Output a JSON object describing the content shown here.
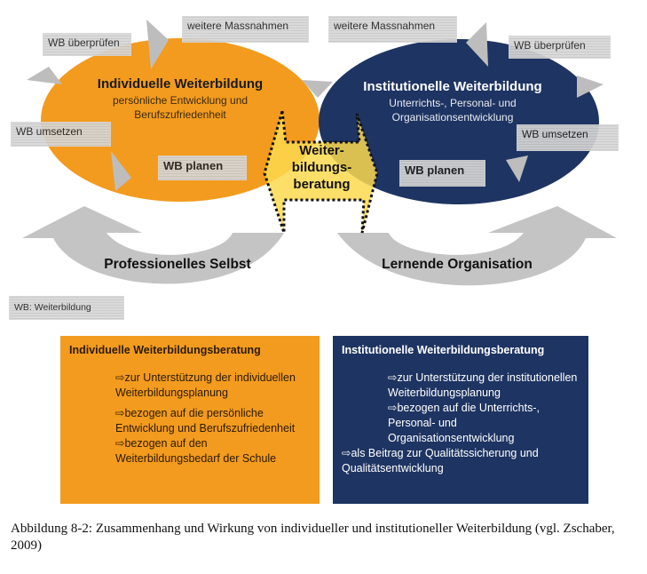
{
  "colors": {
    "orange": "#f39b1e",
    "blue": "#1e3462",
    "gray": "#bdbdbd",
    "yellow": "#fbd94f"
  },
  "left_cycle": {
    "title": "Individuelle Weiterbildung",
    "subtitle": [
      "persönliche Entwicklung und",
      "Berufszufriedenheit"
    ],
    "labels": {
      "more": "weitere Massnahmen",
      "check": "WB überprüfen",
      "implement": "WB umsetzen",
      "plan": "WB planen"
    }
  },
  "right_cycle": {
    "title": "Institutionelle Weiterbildung",
    "subtitle": [
      "Unterrichts-, Personal- und",
      "Organisationsentwicklung"
    ],
    "labels": {
      "more": "weitere Massnahmen",
      "check": "WB überprüfen",
      "implement": "WB umsetzen",
      "plan": "WB planen"
    }
  },
  "center": {
    "lines": [
      "Weiter-",
      "bildungs-",
      "beratung"
    ]
  },
  "bottom_arrows": {
    "left": "Professionelles Selbst",
    "right": "Lernende Organisation"
  },
  "legend": "WB: Weiterbildung",
  "boxes": {
    "individual": {
      "title": "Individuelle Weiterbildungsberatung",
      "items": [
        "⇨zur Unterstützung der individuellen Weiterbildungsplanung",
        "⇨bezogen auf die persönliche Entwicklung und Berufszufriedenheit",
        "⇨bezogen auf den Weiterbildungsbedarf der Schule"
      ]
    },
    "institutional": {
      "title": "Institutionelle Weiterbildungsberatung",
      "items": [
        "⇨zur Unterstützung der institutionellen Weiterbildungsplanung",
        "⇨bezogen auf die Unterrichts-, Personal- und Organisationsentwicklung",
        "⇨als Beitrag zur Qualitätssicherung und Qualitätsentwicklung"
      ]
    }
  },
  "caption": "Abbildung 8-2: Zusammenhang und Wirkung von individueller und institutioneller Weiterbildung (vgl. Zschaber, 2009)"
}
